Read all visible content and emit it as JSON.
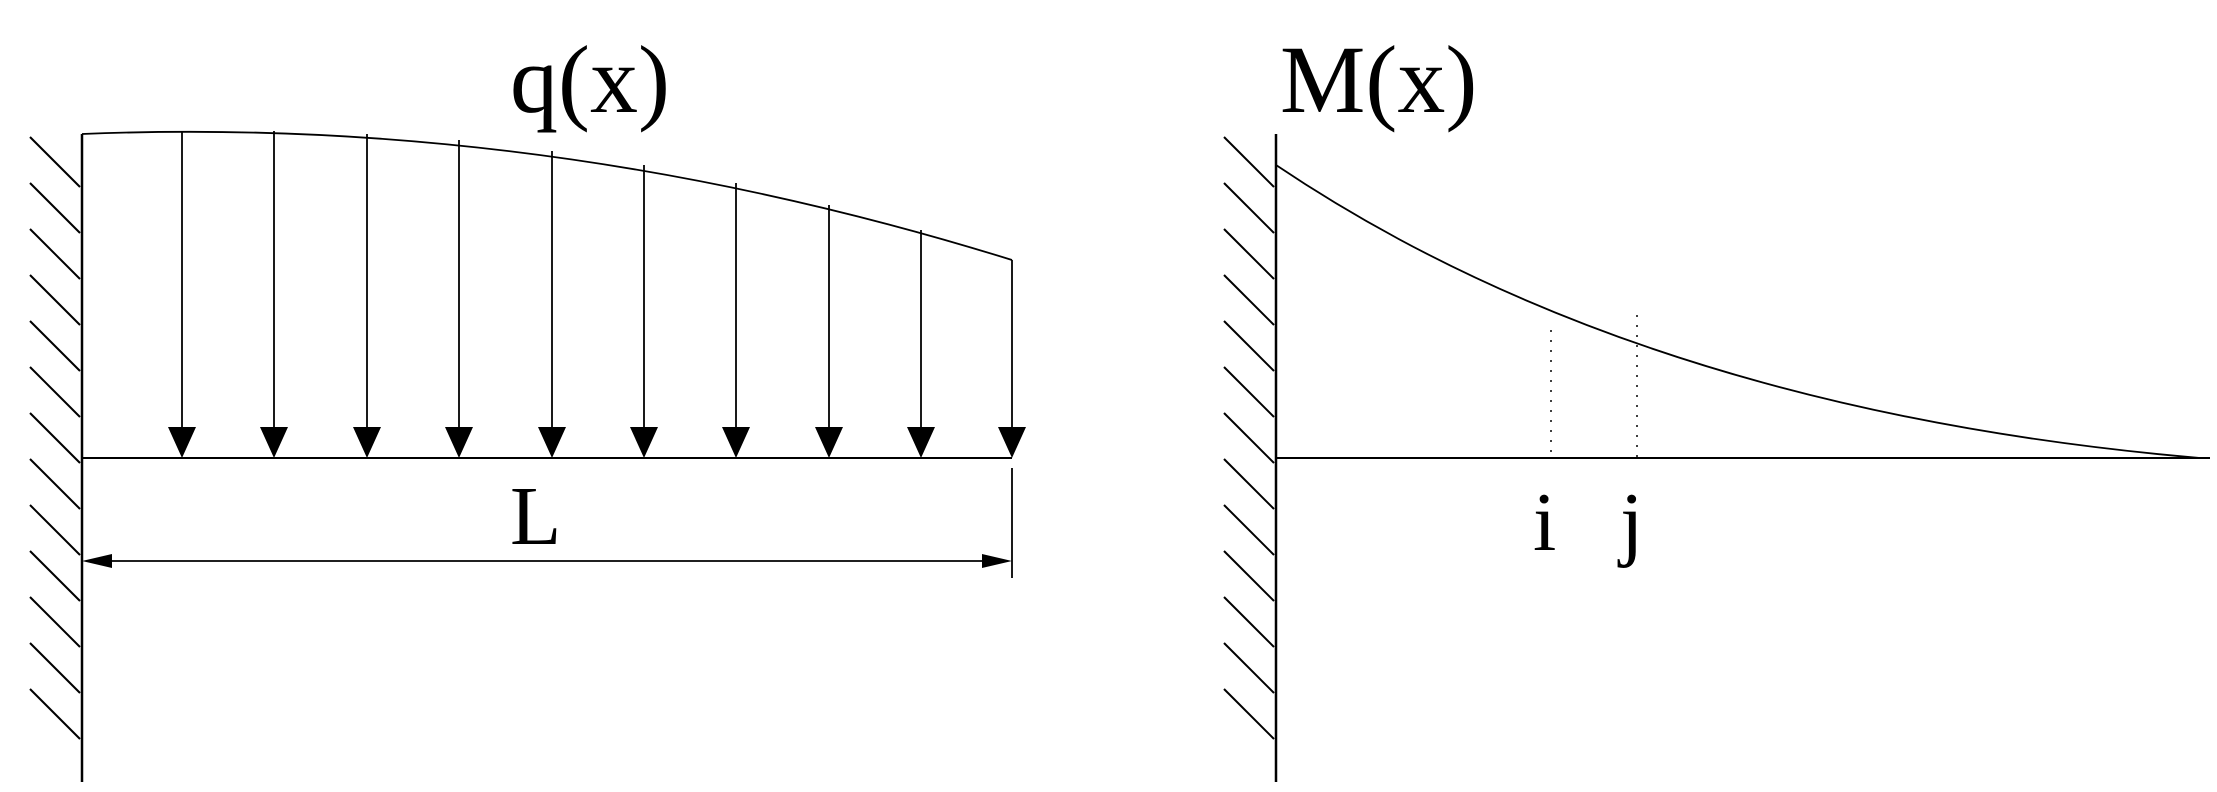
{
  "left_panel": {
    "load_label": "q(x)",
    "span_label": "L"
  },
  "right_panel": {
    "moment_label": "M(x)",
    "point_i_label": "i",
    "point_j_label": "j"
  },
  "colors": {
    "stroke": "#000000",
    "background": "#ffffff"
  }
}
